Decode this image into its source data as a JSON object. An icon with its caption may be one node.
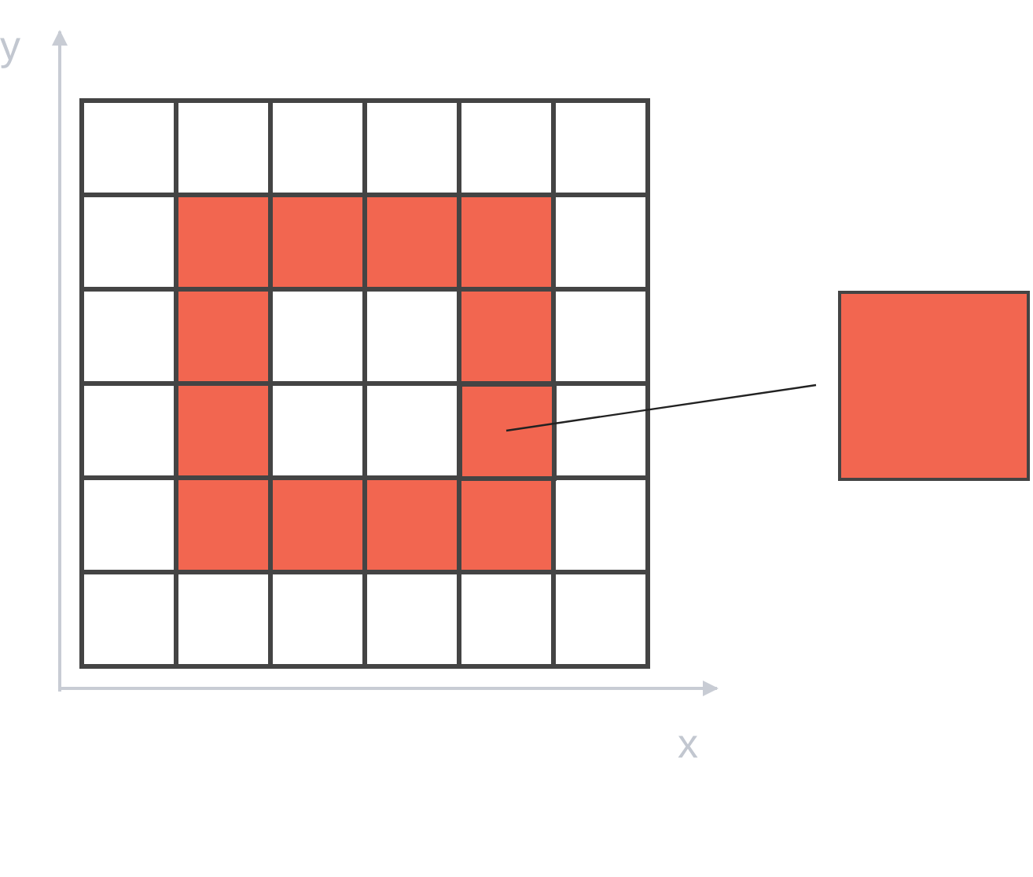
{
  "diagram": {
    "nodes": [
      {
        "text": [],
        "shape": "box"
      },
      {
        "text": [],
        "shape": "box"
      }
    ],
    "edges": [
      {
        "from": 0,
        "to": 1,
        "arrow": "none"
      }
    ],
    "labels": [
      "y",
      "x"
    ]
  }
}
